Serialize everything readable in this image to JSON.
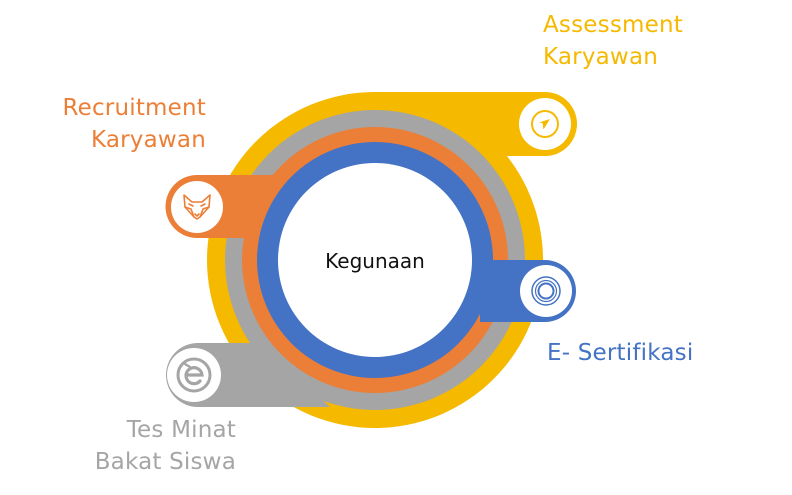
{
  "center": {
    "label": "Kegunaan"
  },
  "items": {
    "assessment": {
      "lines": [
        "Assessment",
        "Karyawan"
      ],
      "color": "#F5B900",
      "icon": "compass-icon"
    },
    "recruitment": {
      "lines": [
        "Recruitment",
        "Karyawan"
      ],
      "color": "#EC7F37",
      "icon": "fox-icon"
    },
    "esertifikasi": {
      "lines": [
        "E- Sertifikasi"
      ],
      "color": "#4472C4",
      "icon": "certificate-seal-icon"
    },
    "tes": {
      "lines": [
        "Tes Minat",
        "Bakat Siswa"
      ],
      "color": "#A5A5A5",
      "icon": "letter-e-icon"
    }
  }
}
